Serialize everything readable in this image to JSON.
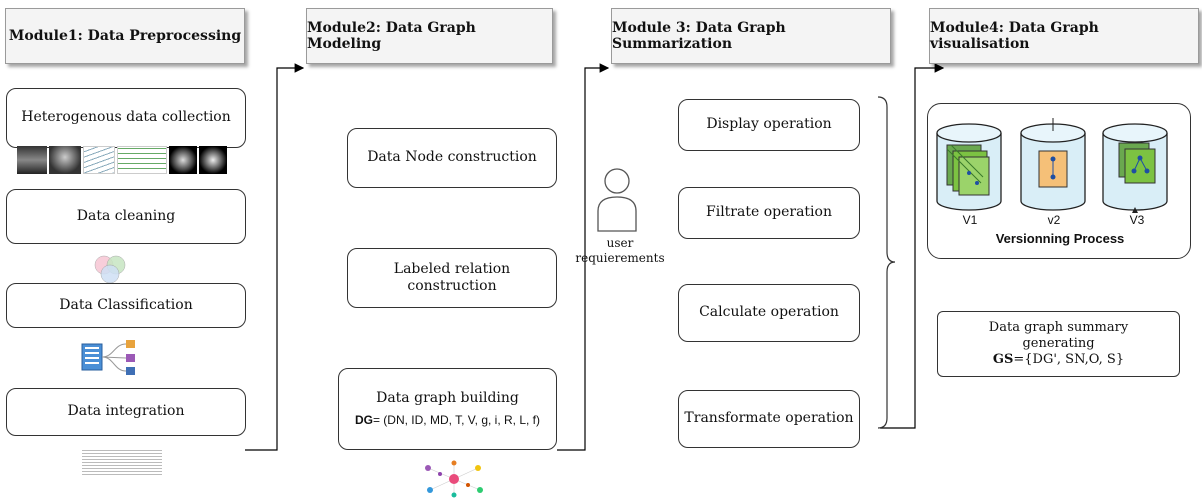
{
  "modules": {
    "m1": {
      "title": "Module1: Data Preprocessing",
      "steps": [
        "Heterogenous data collection",
        "Data cleaning",
        "Data Classification",
        "Data integration"
      ]
    },
    "m2": {
      "title": "Module2: Data Graph Modeling",
      "steps": [
        "Data Node construction",
        "Labeled relation construction"
      ],
      "building_title": "Data graph building",
      "building_formula_label": "DG",
      "building_formula": "= (DN, ID, MD, T, V, g, i, R, L, f)"
    },
    "m3": {
      "title": "Module 3: Data Graph Summarization",
      "user_label": "user requierements",
      "operations": [
        "Display operation",
        "Filtrate operation",
        "Calculate operation",
        "Transformate operation"
      ]
    },
    "m4": {
      "title": "Module4: Data Graph visualisation",
      "versions": [
        "V1",
        "v2",
        "V3"
      ],
      "versioning_caption": "Versionning Process",
      "summary_text": "Data graph summary generating",
      "summary_formula_label": "GS",
      "summary_formula": "={DG', SN,O, S}"
    }
  },
  "colors": {
    "header_bg": "#f4f4f4",
    "cylinder": "#d9eef7",
    "doc_green": "#7cc242",
    "doc_orange": "#f5c078"
  }
}
